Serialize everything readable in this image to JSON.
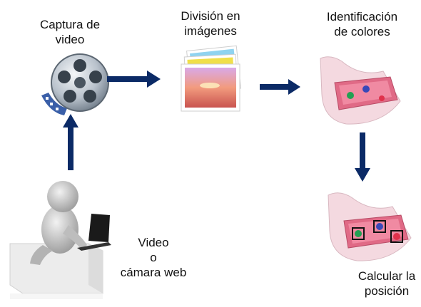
{
  "steps": {
    "capture": {
      "label": "Captura de\nvideo"
    },
    "division": {
      "label": "División en\nimágenes"
    },
    "colors": {
      "label": "Identificación\nde colores"
    },
    "position": {
      "label": "Calcular la\nposición"
    },
    "source": {
      "label": "Video\no\ncámara web"
    }
  },
  "icons": {
    "capture": "film-reel-icon",
    "division": "image-stack-icon",
    "colors": "color-detection-icon",
    "position": "position-tracking-icon",
    "source": "person-laptop-icon"
  },
  "colors": {
    "arrow": "#0b2a66",
    "tray": "#e06a86",
    "dot_green": "#22a052",
    "dot_blue": "#3948b8",
    "dot_red": "#e0314b"
  }
}
